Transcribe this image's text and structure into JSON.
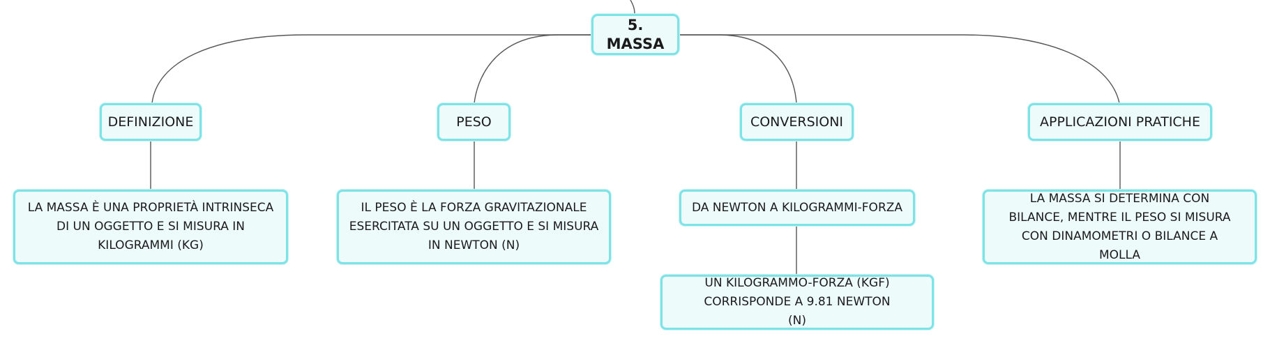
{
  "root": {
    "label": "5. MASSA"
  },
  "branches": [
    {
      "label": "DEFINIZIONE",
      "children": [
        "LA MASSA È UNA PROPRIETÀ INTRINSECA DI UN OGGETTO E SI MISURA IN KILOGRAMMI (KG)"
      ]
    },
    {
      "label": "PESO",
      "children": [
        "IL PESO È LA FORZA GRAVITAZIONALE ESERCITATA SU UN OGGETTO E SI MISURA IN NEWTON (N)"
      ]
    },
    {
      "label": "CONVERSIONI",
      "children": [
        "DA NEWTON A KILOGRAMMI-FORZA",
        "UN KILOGRAMMO-FORZA (KGF) CORRISPONDE A 9.81 NEWTON (N)"
      ]
    },
    {
      "label": "APPLICAZIONI PRATICHE",
      "children": [
        "LA MASSA SI DETERMINA CON BILANCE, MENTRE IL PESO SI MISURA CON DINAMOMETRI O BILANCE A MOLLA"
      ]
    }
  ],
  "colors": {
    "node_border": "#7ee3e6",
    "node_fill": "#eefbfb",
    "connector": "#555555"
  }
}
